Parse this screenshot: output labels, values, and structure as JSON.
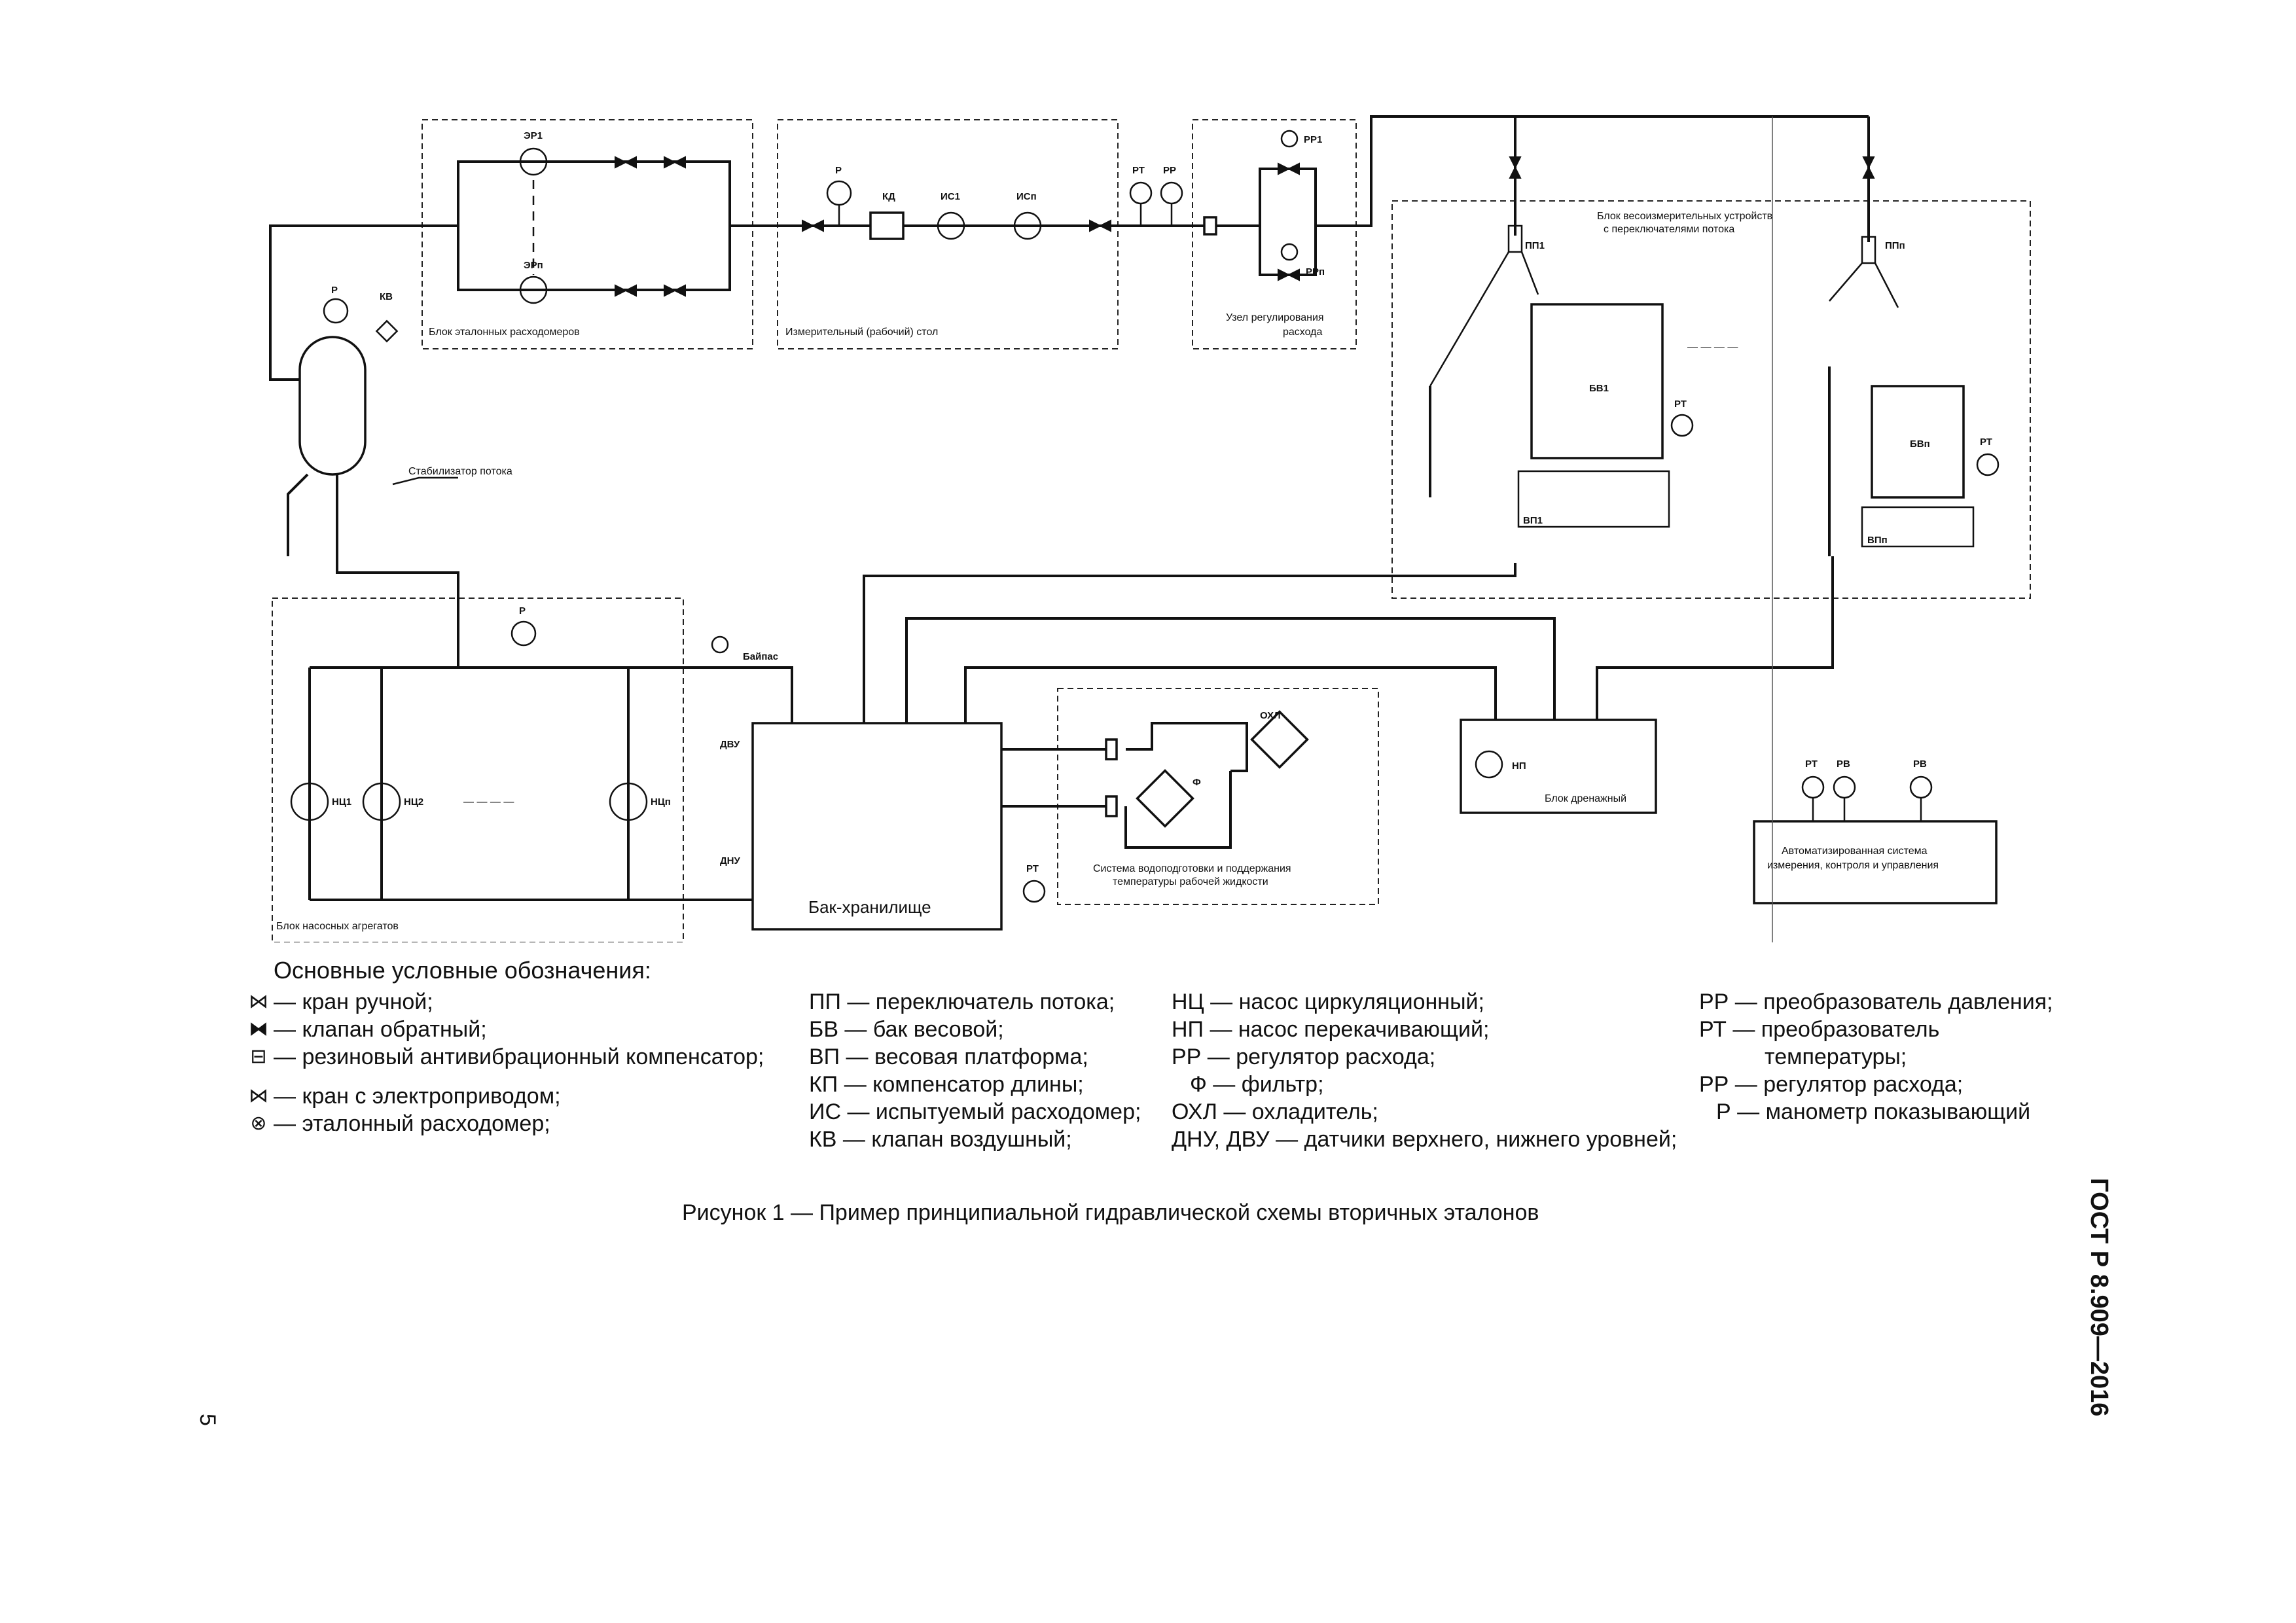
{
  "blocks": {
    "reference_flowmeters": "Блок эталонных расходомеров",
    "measuring_table": "Измерительный (рабочий) стол",
    "flow_regulation": [
      "Узел регулирования",
      "расхода"
    ],
    "weighing_block": [
      "Блок весоизмерительных устройств",
      "с переключателями потока"
    ],
    "pump_block": "Блок насосных агрегатов",
    "storage_tank": "Бак-хранилище",
    "water_treatment": [
      "Система водоподготовки и поддержания",
      "температуры рабочей жидкости"
    ],
    "drain_block": "Блок дренажный",
    "automation": [
      "Автоматизированная система",
      "измерения, контроля и управления"
    ],
    "stabilizer": "Стабилизатор потока",
    "bypass": "Байпас"
  },
  "labels": {
    "er1": "ЭР1",
    "ern": "ЭРп",
    "p": "Р",
    "kd": "КД",
    "is1": "ИС1",
    "isn": "ИСп",
    "pt": "РТ",
    "pp": "РР",
    "pp1": "РР1",
    "ppn": "РРп",
    "kv": "КВ",
    "pp_sw1": "ПП1",
    "pp_swn": "ППп",
    "bv1": "БВ1",
    "bvn": "БВп",
    "vp1": "ВП1",
    "vpn": "ВПп",
    "nc1": "НЦ1",
    "nc2": "НЦ2",
    "ncn": "НЦп",
    "dvu": "ДВУ",
    "dnu": "ДНУ",
    "phi": "Ф",
    "ohl": "ОХЛ",
    "np": "НП",
    "pv": "РВ",
    "dashes": "— — — —"
  },
  "legend_title": "Основные условные обозначения:",
  "legend_col1": [
    {
      "icon": "hand-valve-icon",
      "glyph": "⋈",
      "text": "— кран ручной;"
    },
    {
      "icon": "check-valve-icon",
      "glyph": "⧓",
      "text": "— клапан обратный;"
    },
    {
      "icon": "compensator-icon",
      "glyph": "⊟",
      "text": "— резиновый антивибрационный компенсатор;"
    },
    {
      "icon": "motor-valve-icon",
      "glyph": "⋈",
      "text": "— кран с электроприводом;"
    },
    {
      "icon": "reference-flowmeter-icon",
      "glyph": "⊗",
      "text": "— эталонный расходомер;"
    }
  ],
  "legend_col2": [
    "ПП — переключатель потока;",
    "БВ — бак весовой;",
    "ВП — весовая платформа;",
    "КП — компенсатор длины;",
    "ИС — испытуемый расходомер;",
    "КВ — клапан воздушный;"
  ],
  "legend_col3": [
    "НЦ — насос циркуляционный;",
    "НП — насос перекачивающий;",
    "РР — регулятор расхода;",
    "Ф — фильтр;",
    "ОХЛ — охладитель;",
    "ДНУ, ДВУ — датчики верхнего, нижнего уровней;"
  ],
  "legend_col4": [
    "РР — преобразователь давления;",
    "РТ — преобразователь",
    "температуры;",
    "РР — регулятор расхода;",
    "Р — манометр показывающий"
  ],
  "caption": "Рисунок 1 — Пример принципиальной гидравлической схемы вторичных эталонов",
  "standard": "ГОСТ Р 8.909—2016",
  "page_number": "5"
}
